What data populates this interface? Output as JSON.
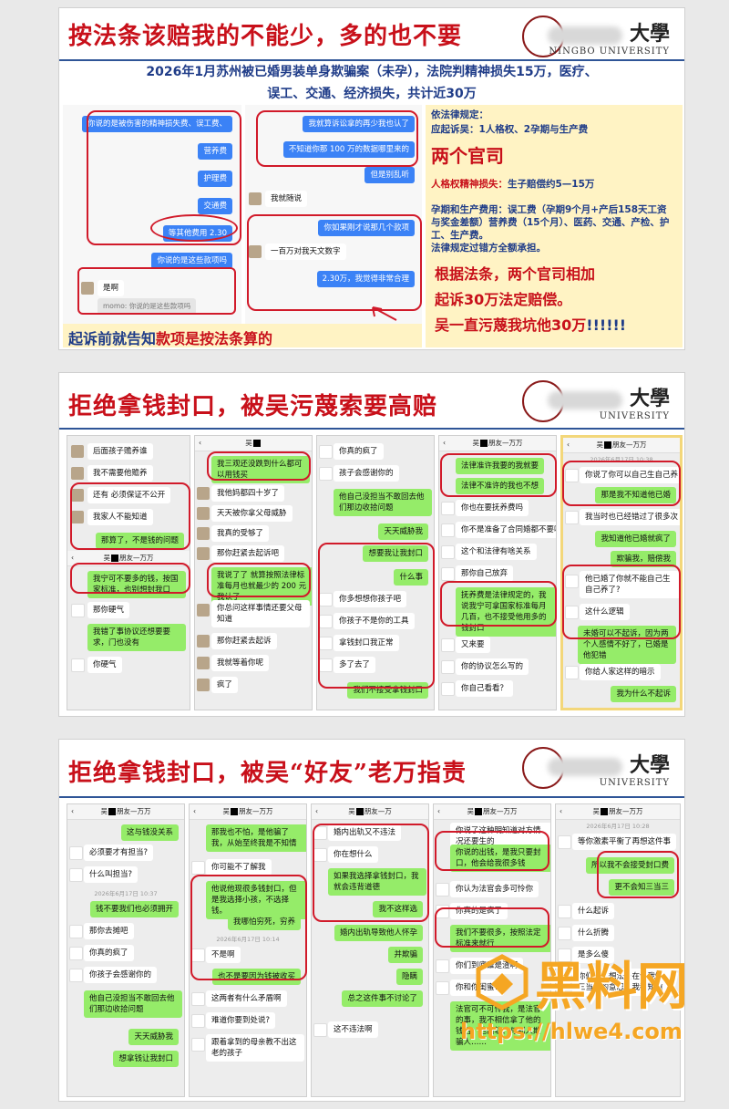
{
  "slide1": {
    "title": "按法条该赔我的不能少，多的也不要",
    "university_cn": "大學",
    "university_en": "NINGBO UNIVERSITY",
    "subtitle_line1": "2026年1月苏州被已婚男装单身欺骗案（未孕），法院判精神损失15万，医疗、",
    "subtitle_line2": "误工、交通、经济损失，共计近30万",
    "chat_left": {
      "b1": "你说的是被伤害的精神损失费、误工费、",
      "b2": "营养费",
      "b3": "护理费",
      "b4": "交通费",
      "b5": "等其他费用 2.30",
      "b6": "你说的是这些款项吗",
      "reply": "是啊",
      "reply_quote": "momo: 你说的是这些款项吗"
    },
    "chat_mid": {
      "b1": "我就算诉讼拿的再少我也认了",
      "b2": "不知道你那 100 万的数据哪里来的",
      "b3": "但是别乱听",
      "r1": "我就随说",
      "b4": "你如果刚才说那几个款项",
      "r2": "一百万对我天文数字",
      "b5": "2.30万，我觉得非常合理"
    },
    "bottom_note_1": "起诉前就告知",
    "bottom_note_2": "款项是按法条算的",
    "law": {
      "h1": "依法律规定：",
      "l1": "应起诉吴：1人格权、2孕期与生产费",
      "big": "两个官司",
      "l2a": "人格权精神损失：",
      "l2b": "生子赔偿约5—15万",
      "l3": "孕期和生产费用：误工费（孕期9个月+产后158天工资与奖金差额）营养费（15个月）、医药、交通、产检、护工、生产费。",
      "l4": "法律规定过错方全额承担。",
      "p1": "根据法条，两个官司相加",
      "p2": "起诉30万法定赔偿。",
      "p3a": "吴一直",
      "p3b": "污蔑我坑他30万",
      "p3c": "!!!!!!"
    }
  },
  "slide2": {
    "title": "拒绝拿钱封口，被吴污蔑索要高赔",
    "university_cn": "大學",
    "university_en": "UNIVERSITY",
    "p1": {
      "m": [
        "后面孩子赡养谁",
        "我不需要他赡养",
        "还有 必须保证不公开",
        "我家人不能知道",
        "那算了，不是钱的问题"
      ],
      "head": "吴",
      "head_suffix": "朋友—万万",
      "m2": [
        "我宁可不要多的钱，按国家标准，也别想封我口",
        "那你硬气",
        "我错了事协议还想要要求，门也没有",
        "你硬气"
      ]
    },
    "p2": {
      "head": "吴",
      "m": [
        "我三观还没跌到什么都可以用钱买",
        "我他妈都四十岁了",
        "天天被你拿父母威胁",
        "我真的受够了",
        "那你赶紧去起诉吧",
        "我说了了 就算按照法律标准每月也就最少的 200 元我认了",
        "你总问这样事情还要父母知道",
        "那你赶紧去起诉",
        "我就等着你呢",
        "疯了"
      ]
    },
    "p3": {
      "m": [
        "你真的疯了",
        "孩子会感谢你的",
        "他自己没担当不敢回去他们那边收拾问题",
        "天天威胁我",
        "想要我让我封口",
        "什么事",
        "你多想想你孩子吧",
        "你孩子不是你的工具",
        "拿钱封口我正常",
        "多了去了",
        "我们不接受拿钱封口"
      ]
    },
    "p4": {
      "head": "吴",
      "head_suffix": "朋友—万万",
      "m": [
        "法律准许我要的我就要",
        "法律不准许的我也不想",
        "你也在要抚养费吗",
        "你不是准备了合同婚都不要吗",
        "这个和法律有啥关系",
        "那你自己放弃",
        "抚养费是法律规定的，我说我宁可拿国家标准每月几百，也不接受他用多的钱封口",
        "又来要",
        "你的协议怎么写的",
        "你自己看看？"
      ]
    },
    "p5": {
      "head": "吴",
      "head_suffix": "朋友—万万",
      "time": "2026年6月17日 10:38",
      "m": [
        "你说了你可以自己生自己养",
        "那是我不知道他已婚",
        "我当时也已经错过了很多次",
        "我知道他已婚就疯了",
        "欺骗我，赔偿我",
        "他已婚了你就不能自己生自己养了?",
        "这什么逻辑",
        "未婚可以不起诉，因为两个人感情不好了，已婚是他犯错",
        "你给人家这样的暗示",
        "我为什么不起诉"
      ]
    }
  },
  "slide3": {
    "title_a": "拒绝拿钱封口，被吴",
    "title_b": "“好友”",
    "title_c": "老万指责",
    "university_cn": "大學",
    "university_en": "UNIVERSITY",
    "p1": {
      "head": "吴",
      "head_suffix": "朋友—万万",
      "time": "2026年6月17日 10:37",
      "m": [
        "这与钱没关系",
        "必须要才有担当?",
        "什么叫担当?",
        "钱不要我们也必须拥开",
        "那你去摊吧",
        "你真的疯了",
        "你孩子会感谢你的",
        "他自己没担当不敢回去他们那边收拾问题",
        "天天威胁我",
        "想拿钱让我封口"
      ]
    },
    "p2": {
      "head": "吴",
      "head_suffix": "朋友—万万",
      "time": "2026年6月17日 10:14",
      "m": [
        "那我也不怕，是他骗了我，从始至终我是不知情",
        "你可能不了解我",
        "他说他现很多钱封口，但是我选择小孩，不选择钱。",
        "我哪怕穷死，穷养",
        "不是啊",
        "也不是要因为钱被收买",
        "这两者有什么矛盾啊",
        "难道你要到处说?",
        "跟着拿到的母亲教不出这老的孩子"
      ]
    },
    "p3": {
      "head": "吴",
      "head_suffix": "朋友—万",
      "m": [
        "婚内出轨又不违法",
        "你在想什么",
        "如果我选择拿钱封口，我就会违背道德",
        "我不这样选",
        "婚内出轨导致他人怀孕",
        "并欺骗",
        "隐瞒",
        "总之这件事不讨论了",
        "这不违法啊"
      ]
    },
    "p4": {
      "head": "吴",
      "head_suffix": "朋友—万万",
      "m": [
        "你说了这种明知道对方情况还要生的",
        "你说的出钱，是我只要封口，他会给我很多钱",
        "你认为法官会多可怜你",
        "你真的是疯了",
        "我们不要很多，按照法定标准来就行",
        "你们到底谁是渣啊",
        "你和你闺蜜?",
        "法官可不可怜我，是法官的事，我不相信拿了他的钱后，他出轨、与别人欺骗人……"
      ]
    },
    "p5": {
      "head": "吴",
      "head_suffix": "朋友—万万",
      "time": "2026年6月17日 10:28",
      "m": [
        "等你激素平衡了再想这件事",
        "所以我不会接受封口费",
        "更不会知三当三",
        "什么起诉",
        "什么折腾",
        "是多么傻",
        "你们这个想法是在让我知三当三的意思，我都知道"
      ]
    },
    "watermark_logo": "黑料网",
    "watermark_url": "https://hlwe4.com"
  },
  "colors": {
    "title_red": "#c8101a",
    "navy": "#1f3c88",
    "wechat_green": "#95ec69",
    "bubble_blue": "#3b82f6",
    "note_yellow": "#fff3c4"
  }
}
